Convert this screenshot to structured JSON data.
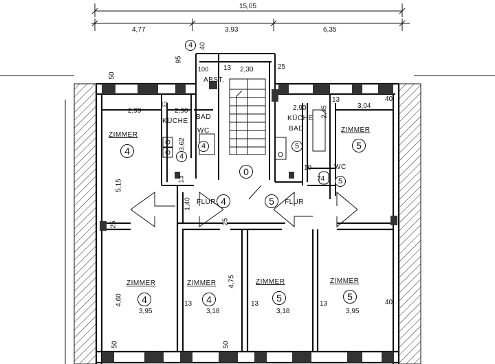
{
  "dimensions": {
    "total_width": "15,05",
    "seg_left": "4,77",
    "seg_mid": "3,93",
    "seg_right": "6,35",
    "d_2_30": "2,30",
    "d_2_99": "2,99",
    "d_2_90_left": "2,90",
    "d_2_90_right": "2,90",
    "d_3_04": "3,04",
    "d_3_62": "3,62",
    "d_5_15": "5,15",
    "d_4_75": "4,75",
    "d_4_60": "4,60",
    "d_1_40": "1,40",
    "d_2_45": "2,45",
    "d_3_95_left": "3,95",
    "d_3_18_a": "3,18",
    "d_3_18_b": "3,18",
    "d_3_95_right": "3,95",
    "d_13": "13",
    "d_25": "25",
    "d_40": "40",
    "d_50": "50",
    "d_95": "95",
    "d_10": "10",
    "d_74": "74",
    "d_100": "100"
  },
  "rooms": {
    "zimmer": "ZIMMER",
    "kueche": "KÜCHE",
    "bad": "BAD",
    "wc": "WC",
    "flur": "FLUR",
    "abst": "ABST."
  },
  "unit_numbers": {
    "n4": "4",
    "n5": "5",
    "n0": "0"
  }
}
